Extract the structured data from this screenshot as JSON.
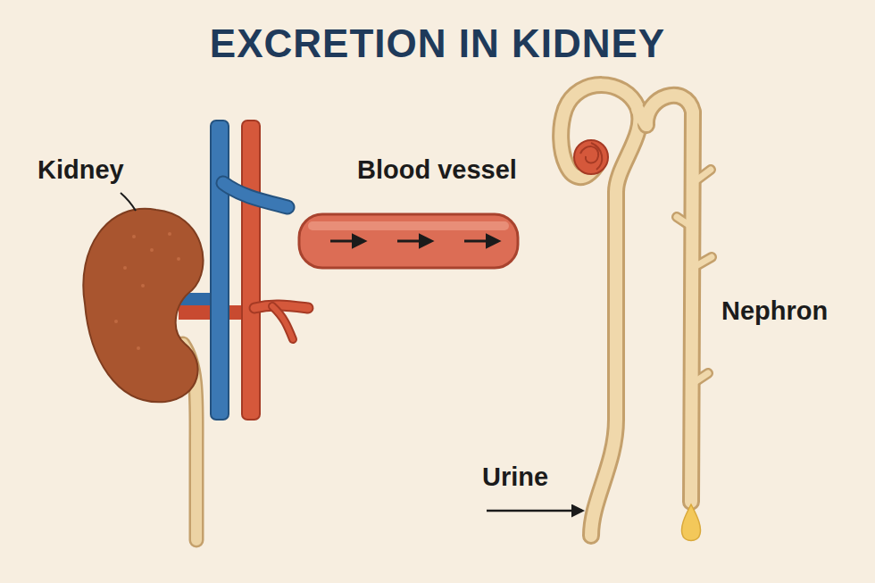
{
  "diagram": {
    "title": "EXCRETION IN KIDNEY",
    "labels": [
      "Kidney",
      "Blood vessel",
      "Nephron",
      "Urine"
    ]
  }
}
